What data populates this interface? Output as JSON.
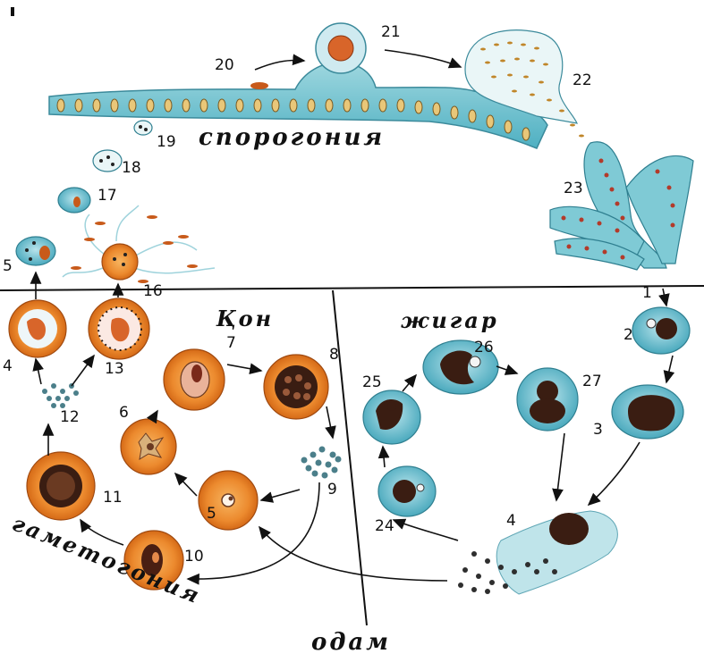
{
  "labels": {
    "sporogony": "спорогония",
    "blood": "Қон",
    "liver": "жигар",
    "human": "одам",
    "gametogony": "гаметогония"
  },
  "numbers": [
    "1",
    "2",
    "3",
    "4",
    "5",
    "6",
    "7",
    "8",
    "9",
    "10",
    "11",
    "12",
    "13",
    "4",
    "5",
    "16",
    "17",
    "18",
    "19",
    "20",
    "21",
    "22",
    "23",
    "24",
    "25",
    "26",
    "27"
  ],
  "colors": {
    "rbc_outer": "#e8791f",
    "rbc_inner": "#f4a247",
    "liver_cell": "#5fb9c9",
    "nucleus": "#3a1d12",
    "epithelium": "#6cc3cf",
    "parasite": "#c85a1a"
  }
}
